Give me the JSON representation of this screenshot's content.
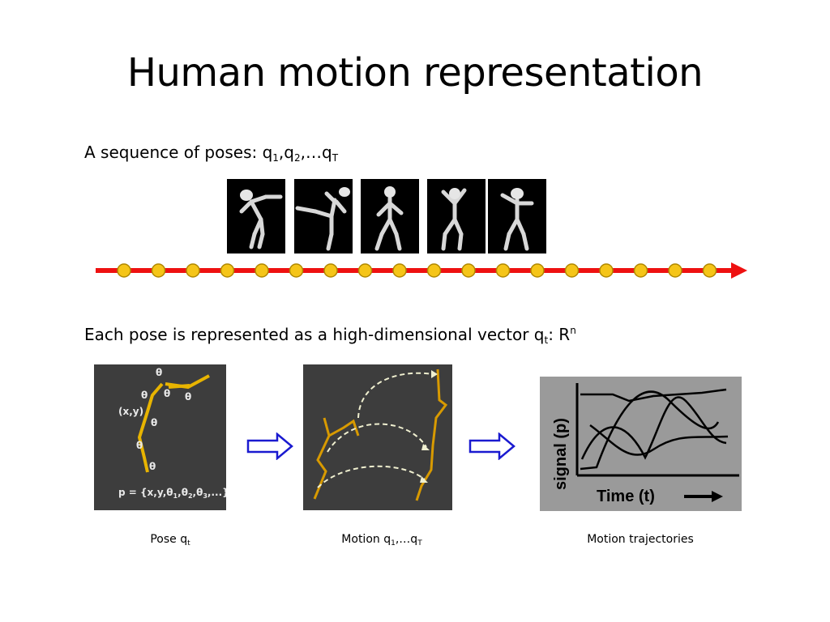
{
  "slide": {
    "title": "Human motion representation",
    "sequence": {
      "prefix": "A sequence of poses: q",
      "s1": "1",
      "mid1": ",q",
      "s2": "2",
      "mid2": ",…q",
      "s3": "T"
    },
    "vector": {
      "prefix": "Each pose is represented as a high-dimensional vector q",
      "sub": "t",
      "mid": ": R",
      "sup": "n"
    }
  },
  "pose_panel": {
    "theta": "θ",
    "xy_label": "(x,y)",
    "formula": {
      "p": "p = {x,y,",
      "t1": "1",
      "c1": ",",
      "t2": "2",
      "c2": ",",
      "t3": "3",
      "end": ",...}"
    }
  },
  "trajectory_panel": {
    "ylabel": "signal (p)",
    "xlabel": "Time (t)"
  },
  "captions": {
    "pose": {
      "text": "Pose q",
      "sub": "t"
    },
    "motion": {
      "text": "Motion q",
      "sub1": "1",
      "mid": ",…q",
      "sub2": "T"
    },
    "trajectories": "Motion trajectories"
  },
  "colors": {
    "timeline": "#ee1111",
    "dot_fill": "#f5c518",
    "skeleton": "#e8b400",
    "arrow": "#1a1ad0"
  },
  "icons": [
    "figure-icon",
    "arrow-right-icon"
  ]
}
